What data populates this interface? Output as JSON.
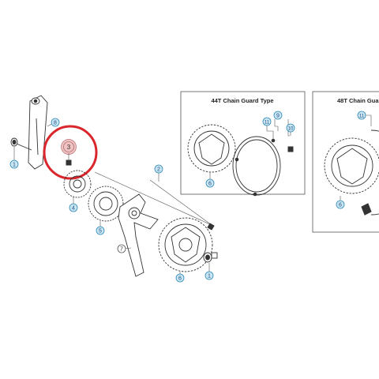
{
  "panels": {
    "panel_44t": {
      "title": "44T Chain Guard Type"
    },
    "panel_48t": {
      "title": "48T Chain Gua"
    }
  },
  "callouts": {
    "c1_left": "1",
    "c3": "3",
    "c4": "4",
    "c5": "5",
    "c6_main": "6",
    "c1_right": "1",
    "c7": "7",
    "c8": "8",
    "c2": "2",
    "c6_44": "6",
    "c9": "9",
    "c10": "10",
    "c11_44": "11",
    "c6_48": "6",
    "c11_48": "11"
  },
  "colors": {
    "callout_fill": "#c9e6f2",
    "callout_stroke": "#2f87b5",
    "highlight_ring": "#d9262c",
    "highlight_fill": "#f2c2c2"
  }
}
